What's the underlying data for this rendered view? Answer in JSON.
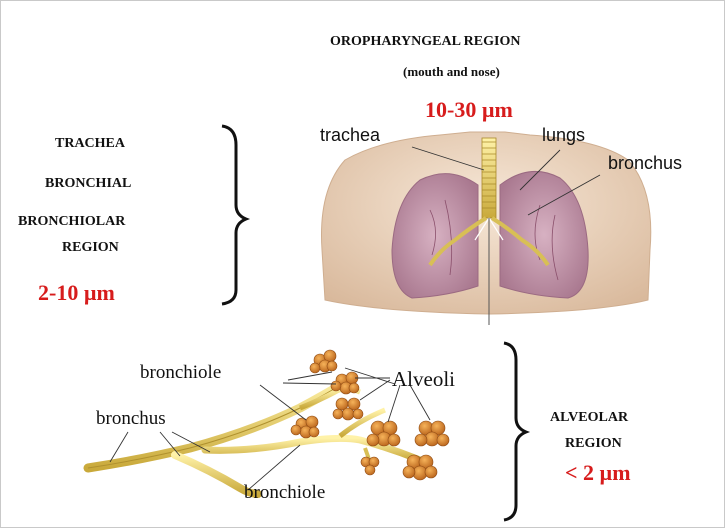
{
  "oropharyngeal": {
    "title": "OROPHARYNGEAL REGION",
    "subtitle": "(mouth and nose)",
    "size": "10-30 µm"
  },
  "tracheobronchial": {
    "line1": "TRACHEA",
    "line2": "BRONCHIAL",
    "line3": "BRONCHIOLAR",
    "line4": "REGION",
    "size": "2-10 µm"
  },
  "alveolar": {
    "line1": "ALVEOLAR",
    "line2": "REGION",
    "size": "< 2 µm"
  },
  "labels": {
    "trachea": "trachea",
    "lungs": "lungs",
    "bronchus_top": "bronchus",
    "bronchiole_top": "bronchiole",
    "alveoli": "Alveoli",
    "bronchus_bottom": "bronchus",
    "bronchiole_bottom": "bronchiole"
  },
  "colors": {
    "accent_red": "#d71c1c",
    "skin": "#f1dcc6",
    "lung": "#c9a0b4",
    "airway": "#e8d36a",
    "alveoli": "#d9862a"
  }
}
